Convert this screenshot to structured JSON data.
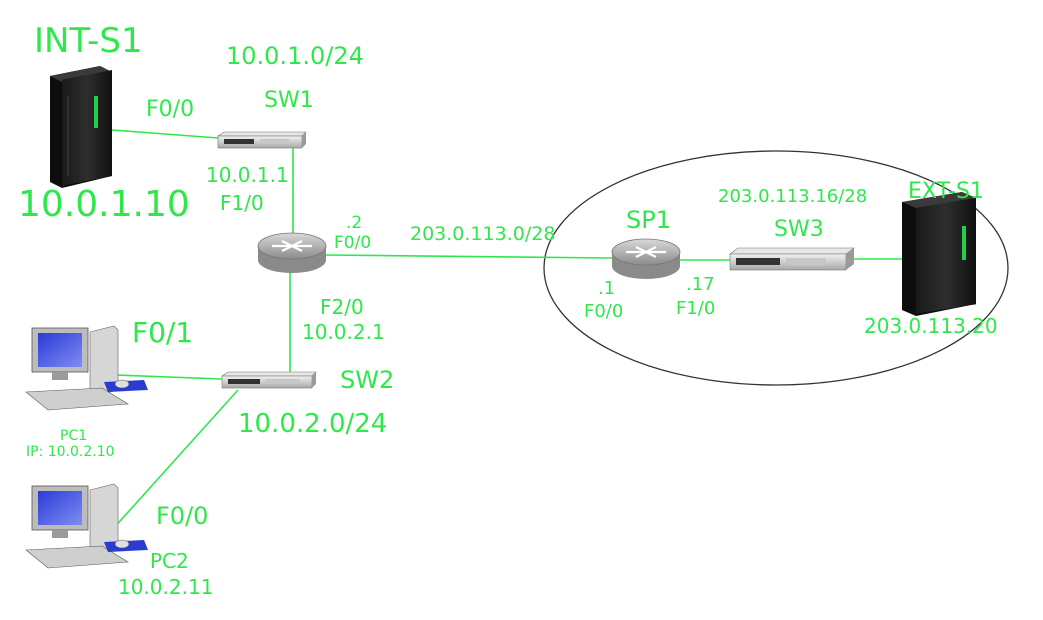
{
  "colors": {
    "label_green": "#2ee84a",
    "link_green": "#2ee84a",
    "cloud_border": "#333333"
  },
  "devices": {
    "int_s1": {
      "name": "INT-S1",
      "ip": "10.0.1.10",
      "port": "F0/0",
      "icon": "server-icon"
    },
    "sw1": {
      "name": "SW1",
      "network": "10.0.1.0/24",
      "icon": "switch-icon"
    },
    "r1": {
      "icon": "router-icon",
      "f1_ip": "10.0.1.1",
      "f1_port": "F1/0",
      "f0_ip": ".2",
      "f0_port": "F0/0",
      "f2_port": "F2/0",
      "f2_ip": "10.0.2.1"
    },
    "sw2": {
      "name": "SW2",
      "network": "10.0.2.0/24",
      "icon": "switch-icon"
    },
    "pc1": {
      "name": "PC1",
      "ip_label": "IP: 10.0.2.10",
      "port": "F0/1",
      "icon": "pc-icon"
    },
    "pc2": {
      "name": "PC2",
      "ip": "10.0.2.11",
      "port": "F0/0",
      "icon": "pc-icon"
    },
    "sp1": {
      "name": "SP1",
      "f0_ip": ".1",
      "f0_port": "F0/0",
      "f1_ip": ".17",
      "f1_port": "F1/0",
      "icon": "router-icon"
    },
    "sw3": {
      "name": "SW3",
      "network": "203.0.113.16/28",
      "icon": "switch-icon"
    },
    "ext_s1": {
      "name": "EXT-S1",
      "ip": "203.0.113.20",
      "icon": "server-icon"
    }
  },
  "links": {
    "wan_network": "203.0.113.0/28"
  }
}
